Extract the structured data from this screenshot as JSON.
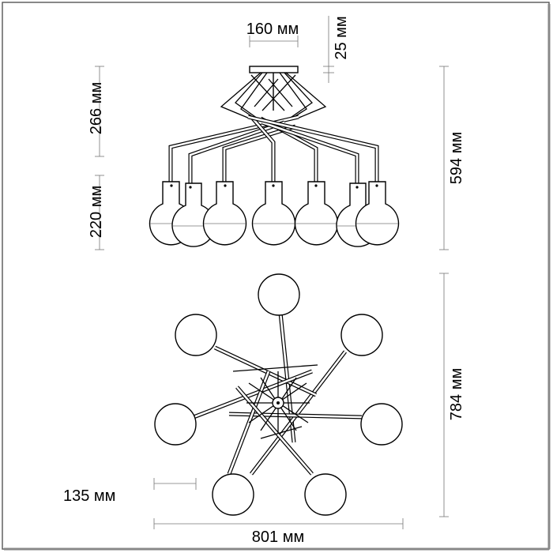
{
  "drawing": {
    "dim_top_width": "160 мм",
    "dim_top_height": "25 мм",
    "dim_arm_height": "266 мм",
    "dim_bulb_height": "220 мм",
    "dim_total_height": "594 мм",
    "dim_plan_height": "784 мм",
    "dim_offset": "135 мм",
    "dim_plan_width": "801 мм"
  }
}
